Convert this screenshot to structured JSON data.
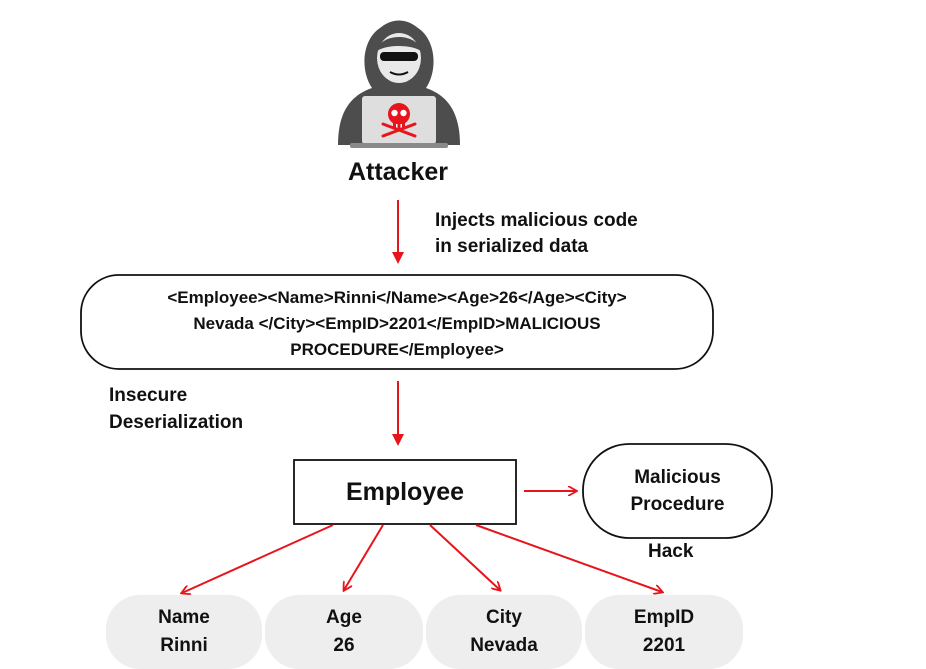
{
  "attacker": {
    "label": "Attacker",
    "icon": "hacker-with-skull-laptop-icon"
  },
  "inject_label": {
    "line1": "Injects malicious code",
    "line2": "in serialized data"
  },
  "serialized_data": {
    "line1": "<Employee><Name>Rinni</Name><Age>26</Age><City>",
    "line2": "Nevada </City><EmpID>2201</EmpID>MALICIOUS",
    "line3": "PROCEDURE</Employee>"
  },
  "deserialization_label": {
    "line1": "Insecure",
    "line2": "Deserialization"
  },
  "employee_object": {
    "label": "Employee"
  },
  "malicious_procedure": {
    "line1": "Malicious",
    "line2": "Procedure",
    "caption": "Hack"
  },
  "fields": [
    {
      "name": "Name",
      "value": "Rinni"
    },
    {
      "name": "Age",
      "value": "26"
    },
    {
      "name": "City",
      "value": "Nevada"
    },
    {
      "name": "EmpID",
      "value": "2201"
    }
  ],
  "colors": {
    "arrow": "#e8141c",
    "skull": "#e8141c",
    "hood": "#4d4d4d",
    "pill_fill": "#eeeeee",
    "outline": "#111111"
  }
}
